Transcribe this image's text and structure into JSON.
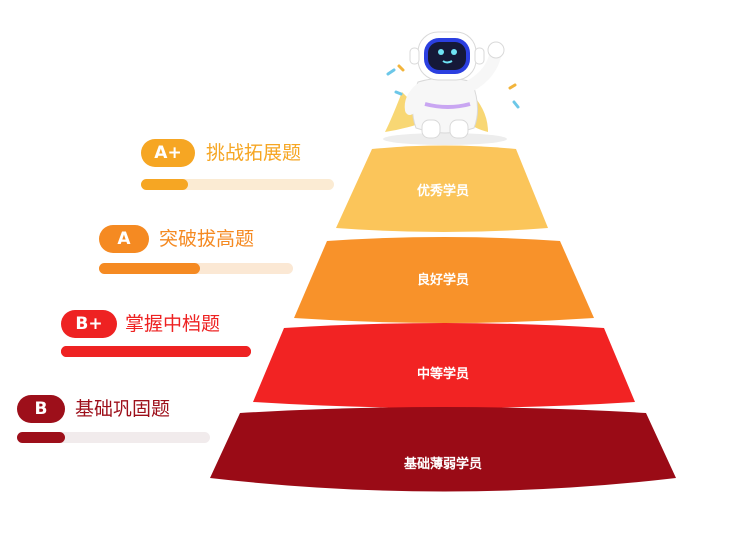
{
  "levels": [
    {
      "badge": "A+",
      "label": "挑战拓展题",
      "tier": "优秀学员",
      "color": "#F6A623",
      "tier_color": "#FBC55A",
      "track_color": "#FBEBD3",
      "progress": 0.25
    },
    {
      "badge": "A",
      "label": "突破拔高题",
      "tier": "良好学员",
      "color": "#F58A22",
      "tier_color": "#F8922A",
      "track_color": "#FBE8D4",
      "progress": 0.52
    },
    {
      "badge": "B+",
      "label": "掌握中档题",
      "tier": "中等学员",
      "color": "#EE2222",
      "tier_color": "#F22323",
      "track_color": "#EE2222",
      "progress": 1.0
    },
    {
      "badge": "B",
      "label": "基础巩固题",
      "tier": "基础薄弱学员",
      "color": "#9D0F1A",
      "tier_color": "#9A0B16",
      "track_color": "#F1EBEC",
      "progress": 0.25
    }
  ],
  "mascot": {
    "icon": "robot-mascot-icon"
  }
}
